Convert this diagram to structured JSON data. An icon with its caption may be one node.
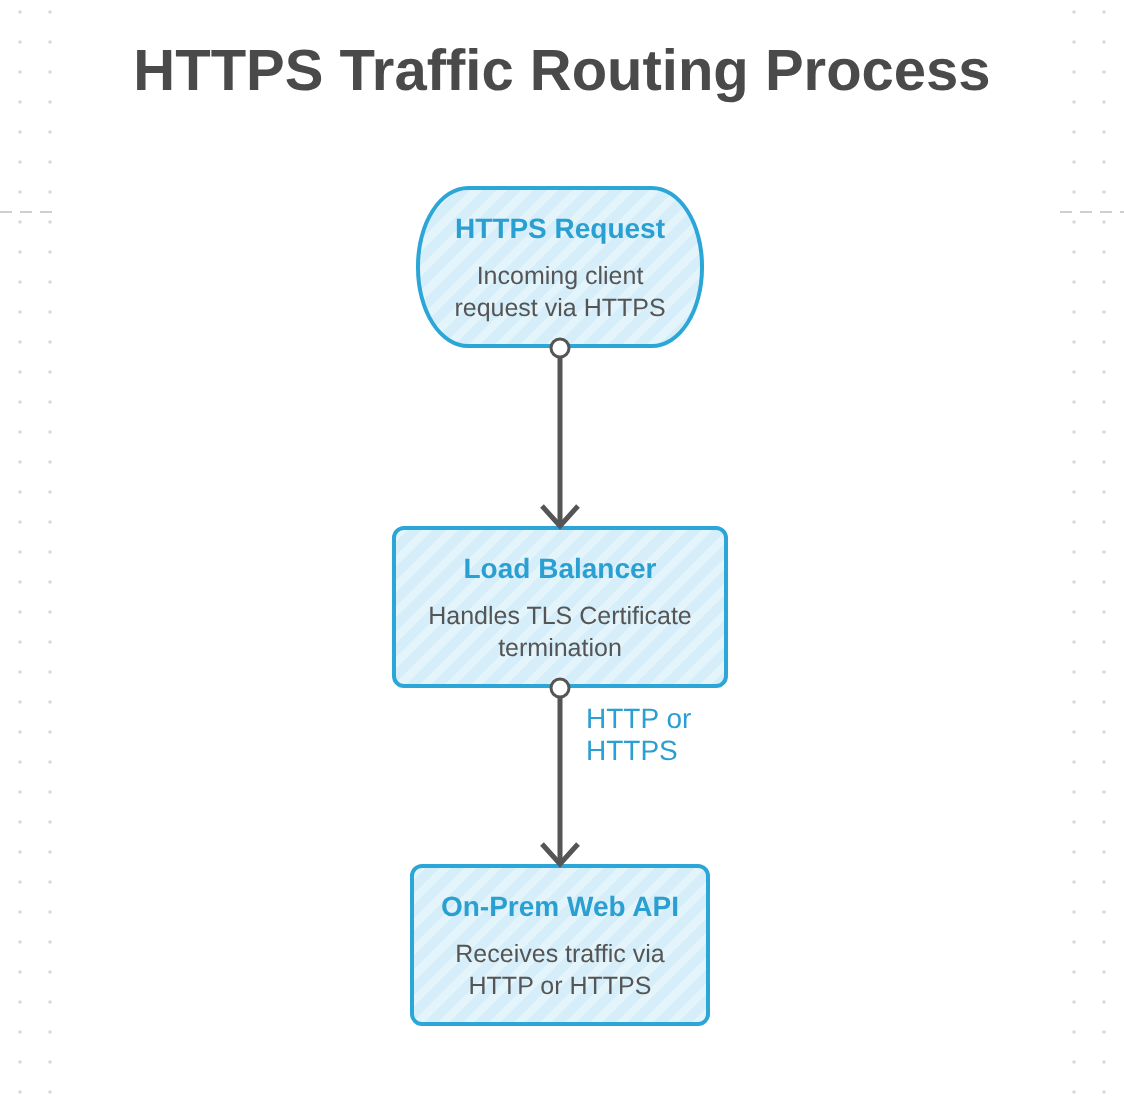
{
  "diagram": {
    "title": "HTTPS Traffic Routing Process",
    "nodes": [
      {
        "text": [
          "HTTPS Request",
          "Incoming client request via HTTPS"
        ]
      },
      {
        "text": [
          "Load Balancer",
          "Handles TLS Certificate termination"
        ]
      },
      {
        "text": [
          "On-Prem Web API",
          "Receives traffic via HTTP or HTTPS"
        ]
      }
    ],
    "edges": [
      {
        "from": 0,
        "to": 1,
        "arrow": "to"
      },
      {
        "from": 1,
        "to": 2,
        "arrow": "to",
        "label": "HTTP or HTTPS"
      }
    ]
  }
}
